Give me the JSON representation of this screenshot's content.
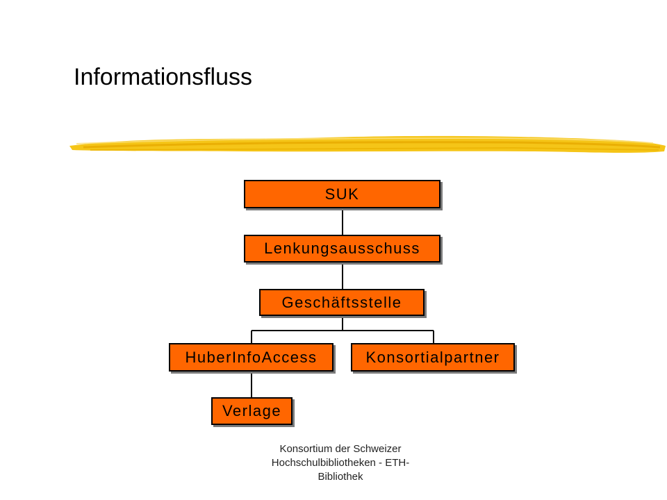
{
  "slide": {
    "title": "Informationsfluss",
    "footer_lines": [
      "Konsortium der Schweizer",
      "Hochschulbibliotheken - ETH-",
      "Bibliothek"
    ]
  },
  "org_chart": {
    "nodes": {
      "suk": "SUK",
      "lenkung": "Lenkungsausschuss",
      "geschaeft": "Geschäftsstelle",
      "huber": "HuberInfoAccess",
      "konsortial": "Konsortialpartner",
      "verlage": "Verlage"
    },
    "colors": {
      "box_fill": "#ff6600",
      "brush_stroke": "#f5c518"
    }
  }
}
